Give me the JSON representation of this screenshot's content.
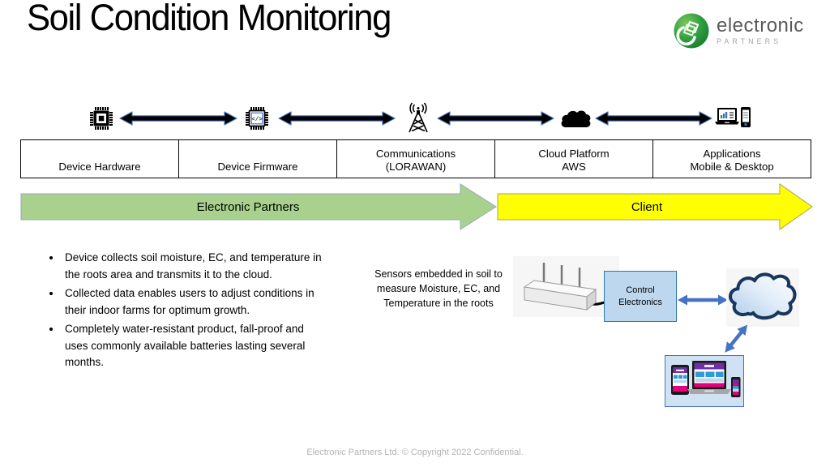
{
  "slide": {
    "title": "Soil Condition Monitoring",
    "footer": "Electronic Partners Ltd. © Copyright 2022 Confidential."
  },
  "logo": {
    "brand": "electronic",
    "sub_brand": "PARTNERS",
    "icon": "cube-layers-icon",
    "green": "#2f9e41"
  },
  "pipeline": {
    "icons": [
      "chip-icon",
      "firmware-chip-icon",
      "antenna-icon",
      "cloud-icon",
      "apps-devices-icon"
    ],
    "stages": [
      {
        "line1": "Device Hardware",
        "line2": ""
      },
      {
        "line1": "Device Firmware",
        "line2": ""
      },
      {
        "line1": "Communications",
        "line2": "(LORAWAN)"
      },
      {
        "line1": "Cloud Platform",
        "line2": "AWS"
      },
      {
        "line1": "Applications",
        "line2": "Mobile & Desktop"
      }
    ]
  },
  "ownership": {
    "vendor_label": "Electronic Partners",
    "client_label": "Client",
    "vendor_color": "#a9d18e",
    "client_color": "#ffff00"
  },
  "bullets": [
    "Device collects soil moisture, EC, and temperature in the roots area and transmits it to the cloud.",
    "Collected data enables users to adjust conditions in their indoor farms for optimum growth.",
    "Completely water-resistant product, fall-proof and uses commonly available batteries lasting several months."
  ],
  "diagram": {
    "sensor_caption": "Sensors embedded in soil to measure Moisture, EC, and Temperature in the roots",
    "control_box": {
      "line1": "Control",
      "line2": "Electronics",
      "fill": "#bdd7ee"
    },
    "arrow_color": "#4472c4",
    "cloud_outline": "#17375e"
  }
}
